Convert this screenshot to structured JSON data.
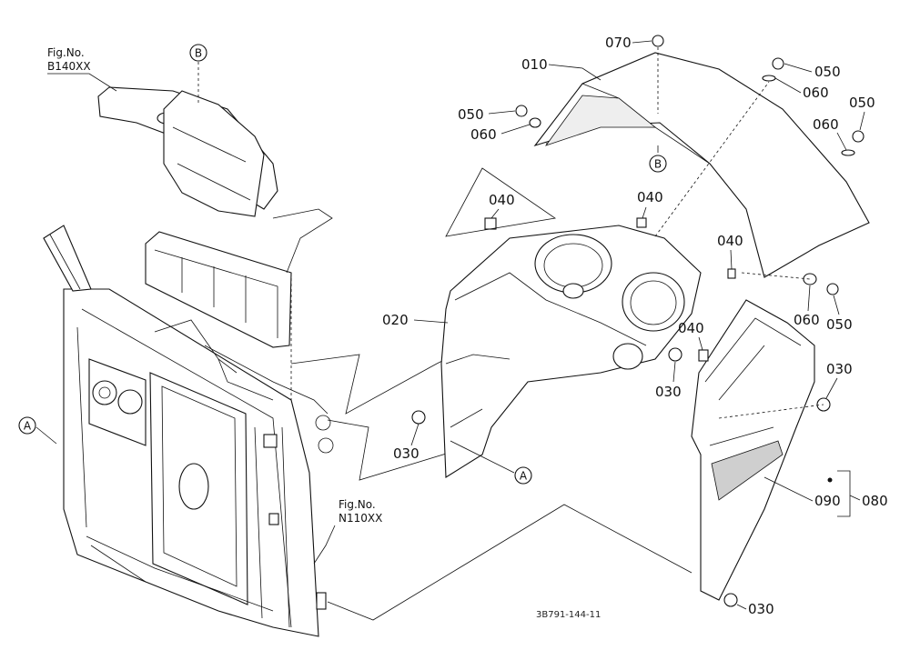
{
  "figure_references": [
    {
      "fig_label": "Fig.No.",
      "fig_code": "B140XX"
    },
    {
      "fig_label": "Fig.No.",
      "fig_code": "N110XX"
    }
  ],
  "reference_markers": {
    "a": "A",
    "b": "B"
  },
  "part_callouts": {
    "p010": "010",
    "p020": "020",
    "p030_a": "030",
    "p030_b": "030",
    "p030_c": "030",
    "p030_d": "030",
    "p040_a": "040",
    "p040_b": "040",
    "p040_c": "040",
    "p040_d": "040",
    "p050_a": "050",
    "p050_b": "050",
    "p050_c": "050",
    "p050_d": "050",
    "p060_a": "060",
    "p060_b": "060",
    "p060_c": "060",
    "p060_d": "060",
    "p070": "070",
    "p080": "080",
    "p090": "090"
  },
  "drawing_id": "3B791-144-11"
}
